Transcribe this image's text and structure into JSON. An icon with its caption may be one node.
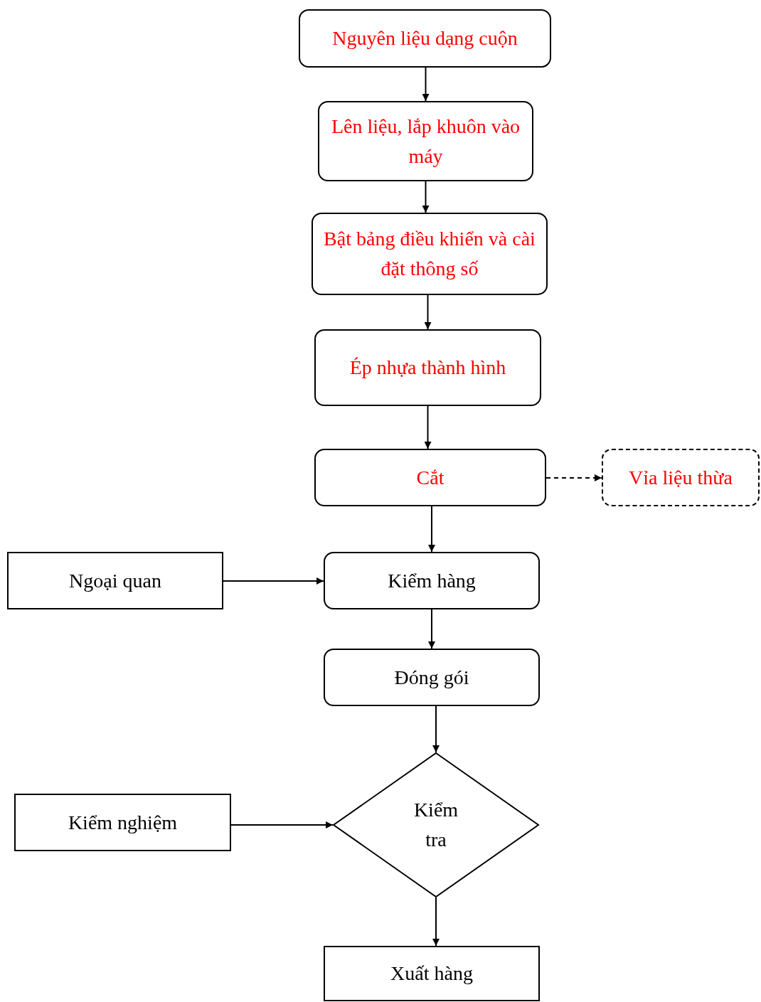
{
  "diagram": {
    "nodes": [
      {
        "text": [
          "Nguyên liệu dạng cuộn"
        ]
      },
      {
        "text": [
          "Lên liệu, lắp khuôn vào máy"
        ]
      },
      {
        "text": [
          "Bật bảng điều khiển và cài đặt thông số"
        ]
      },
      {
        "text": [
          "Ép nhựa thành hình"
        ]
      },
      {
        "text": [
          "Cắt"
        ]
      },
      {
        "text": [
          "Vỉa liệu thừa"
        ]
      },
      {
        "text": [
          "Ngoại quan"
        ]
      },
      {
        "text": [
          "Kiểm hàng"
        ]
      },
      {
        "text": [
          "Đóng gói"
        ]
      },
      {
        "text": [
          "Kiểm nghiệm"
        ]
      },
      {
        "text": [
          "Kiểm tra"
        ]
      },
      {
        "text": [
          "Xuất hàng"
        ]
      }
    ],
    "edges": [
      {
        "from": 0,
        "to": 1,
        "arrow": "to"
      },
      {
        "from": 1,
        "to": 2,
        "arrow": "to"
      },
      {
        "from": 2,
        "to": 3,
        "arrow": "to"
      },
      {
        "from": 3,
        "to": 4,
        "arrow": "to"
      },
      {
        "from": 4,
        "to": 5,
        "arrow": "to",
        "style": "dashed"
      },
      {
        "from": 4,
        "to": 7,
        "arrow": "to"
      },
      {
        "from": 6,
        "to": 7,
        "arrow": "to"
      },
      {
        "from": 7,
        "to": 8,
        "arrow": "to"
      },
      {
        "from": 8,
        "to": 10,
        "arrow": "to"
      },
      {
        "from": 9,
        "to": 10,
        "arrow": "to"
      },
      {
        "from": 10,
        "to": 11,
        "arrow": "to"
      }
    ]
  }
}
